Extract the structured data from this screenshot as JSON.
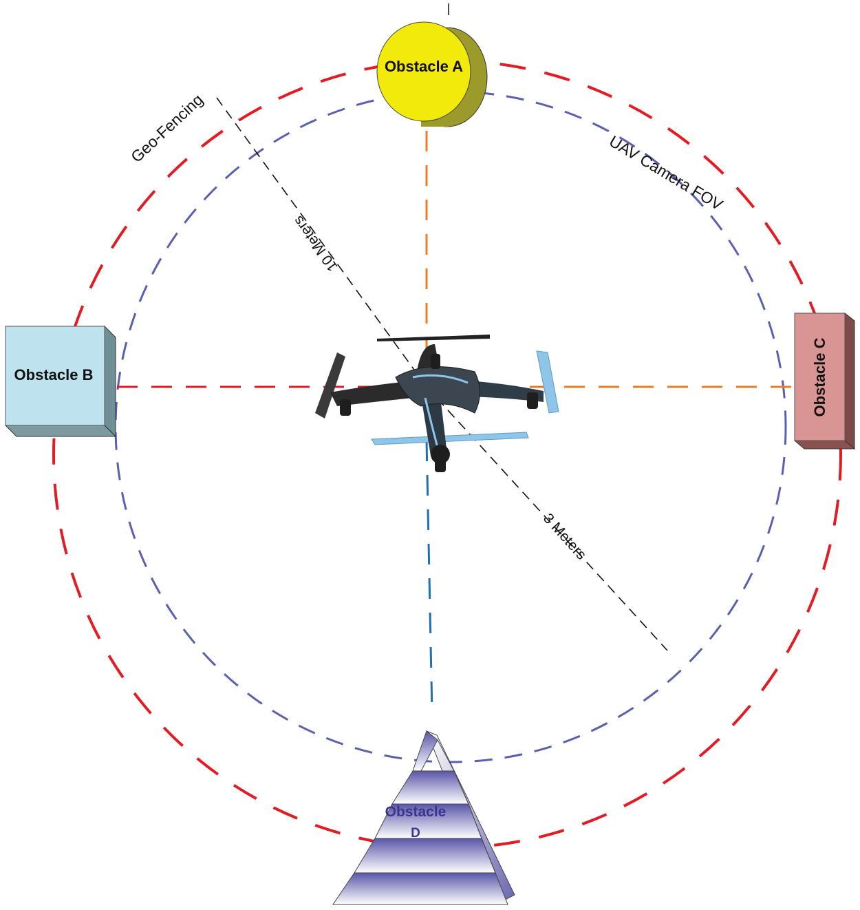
{
  "labels": {
    "geofence": "Geo-Fencing",
    "fov": "UAV Camera FOV",
    "radius_outer": "10 Meters",
    "radius_inner": "3 Meters"
  },
  "obstacles": {
    "a": "Obstacle A",
    "b": "Obstacle B",
    "c": "Obstacle C",
    "d_line1": "Obstacle",
    "d_line2": "D"
  },
  "colors": {
    "geofence": "#e31b23",
    "fov": "#5a5fb0",
    "to_obstacle_a": "#ee7b22",
    "to_obstacle_b": "#e31b23",
    "to_obstacle_c": "#ee7b22",
    "to_obstacle_d": "#1f6fb5",
    "radius_lines": "#111111",
    "obstacle_a": "#f2ea0a",
    "obstacle_b": "#bfe3ee",
    "obstacle_c": "#d99594",
    "obstacle_d": "#5a55a8"
  },
  "icons": {
    "drone": "quadcopter-drone-icon"
  }
}
